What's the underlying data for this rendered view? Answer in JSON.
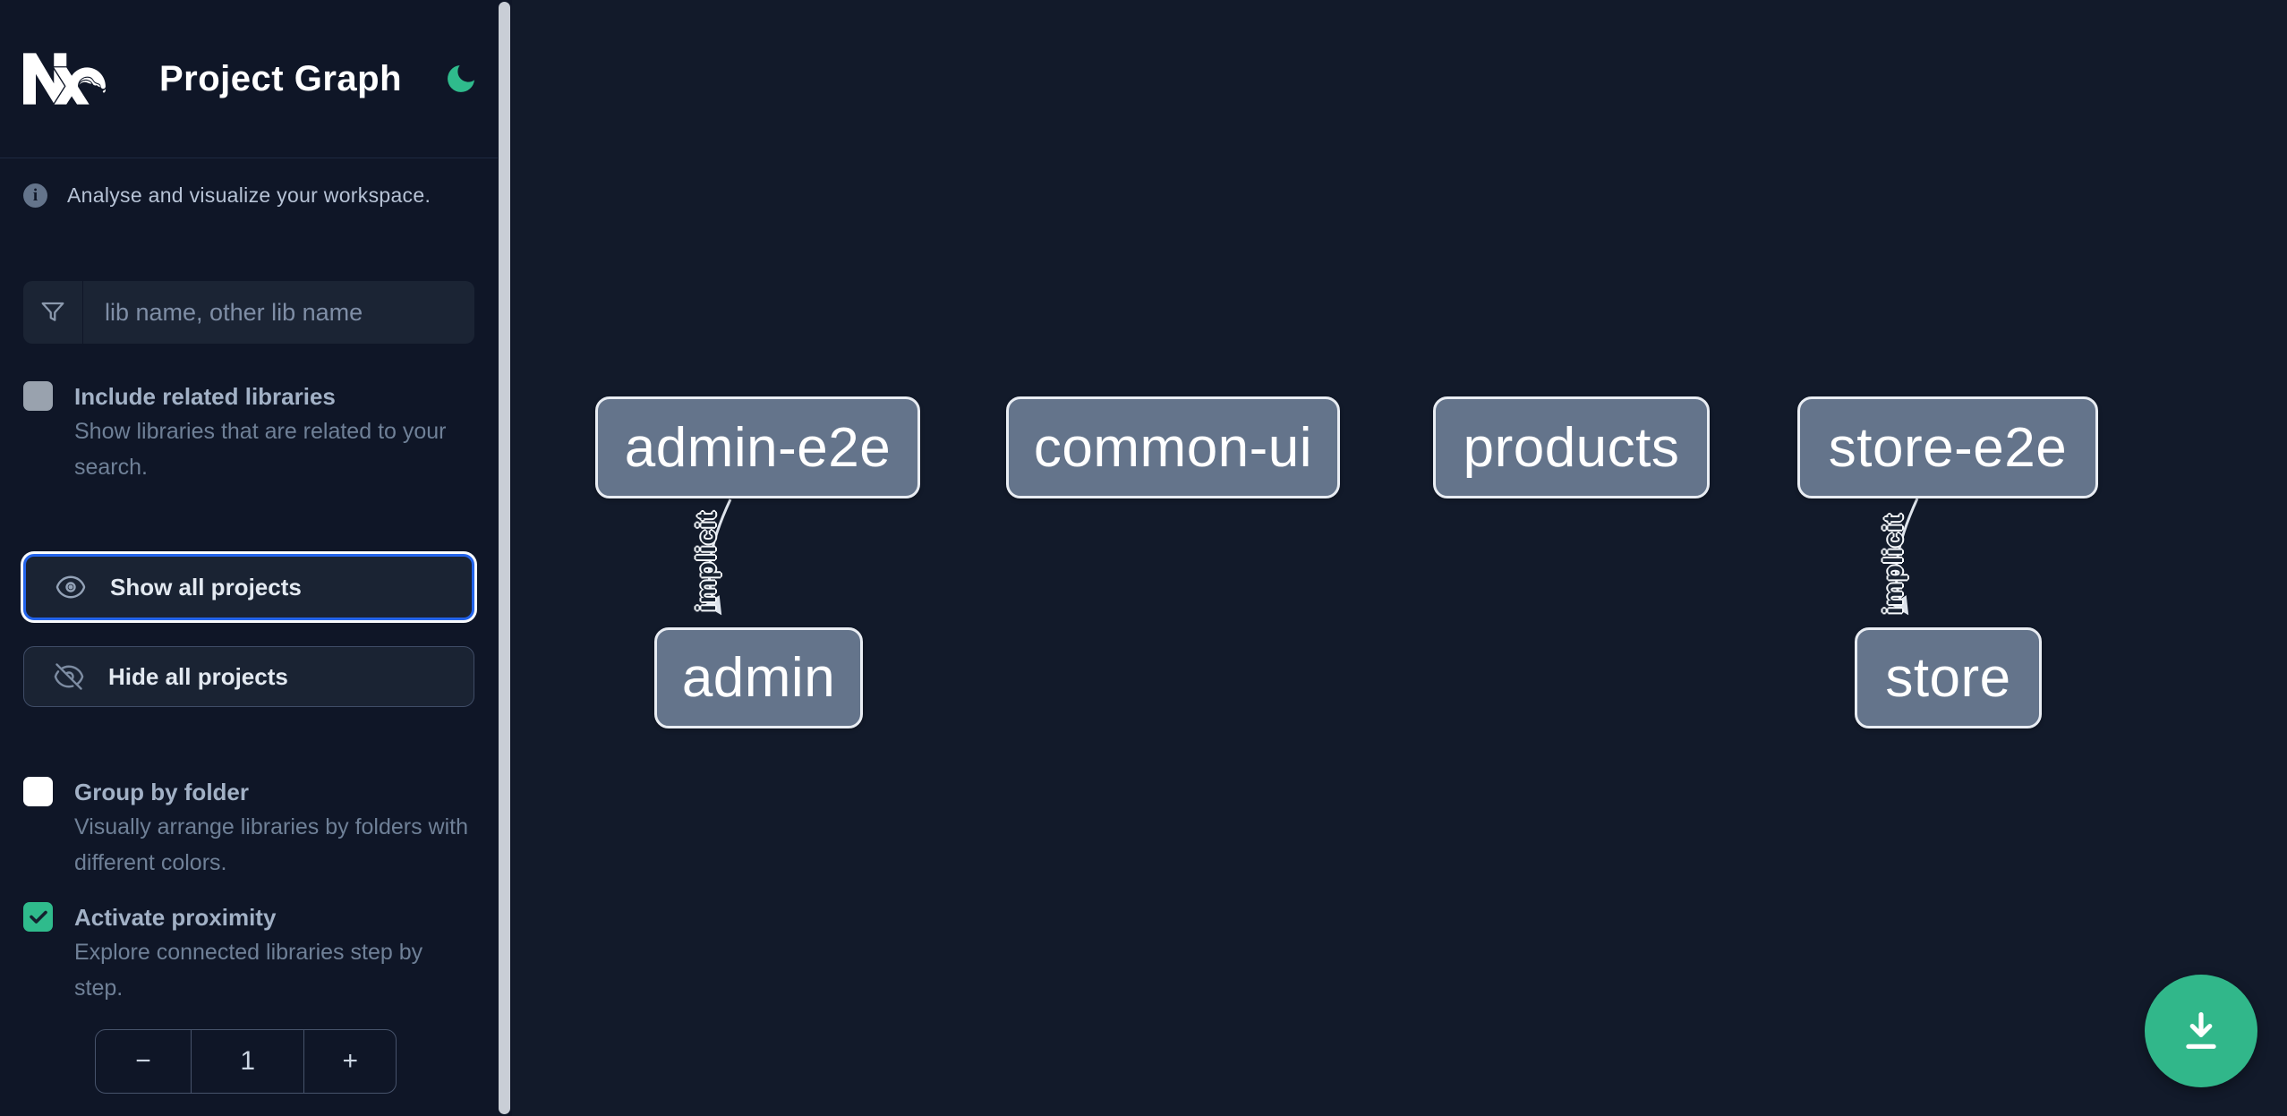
{
  "header": {
    "app_name": "Nx",
    "title": "Project Graph",
    "theme_icon": "moon-icon",
    "accent_green": "#2fbb8c"
  },
  "sidebar": {
    "tagline": "Analyse and visualize your workspace.",
    "search": {
      "placeholder": "lib name, other lib name",
      "value": "",
      "icon": "filter-funnel-icon"
    },
    "toggles": [
      {
        "label": "Include related libraries",
        "description": "Show libraries that are related to your search.",
        "checked": false,
        "disabled": true
      },
      {
        "label": "Group by folder",
        "description": "Visually arrange libraries by folders with different colors.",
        "checked": false,
        "disabled": false
      },
      {
        "label": "Activate proximity",
        "description": "Explore connected libraries step by step.",
        "checked": true,
        "disabled": false
      }
    ],
    "buttons": [
      {
        "label": "Show all projects",
        "icon": "eye-icon",
        "focused": true
      },
      {
        "label": "Hide all projects",
        "icon": "eye-slash-icon",
        "focused": false
      }
    ],
    "stepper": {
      "decrement_label": "−",
      "value": "1",
      "increment_label": "+"
    }
  },
  "graph": {
    "nodes": [
      {
        "label": "admin-e2e"
      },
      {
        "label": "common-ui"
      },
      {
        "label": "products"
      },
      {
        "label": "store-e2e"
      },
      {
        "label": "admin"
      },
      {
        "label": "store"
      }
    ],
    "edges": [
      {
        "from": "admin-e2e",
        "to": "admin",
        "label": "implicit"
      },
      {
        "from": "store-e2e",
        "to": "store",
        "label": "implicit"
      }
    ]
  },
  "fab": {
    "icon": "download-icon"
  },
  "colors": {
    "sidebar_background": "#0f1627",
    "canvas_background": "#121a2a",
    "accent_green": "#2fbb8c",
    "focus_blue": "#2363ea",
    "node_fill": "#64748b",
    "node_border": "#e9edf3",
    "edge": "#dee4ec"
  }
}
